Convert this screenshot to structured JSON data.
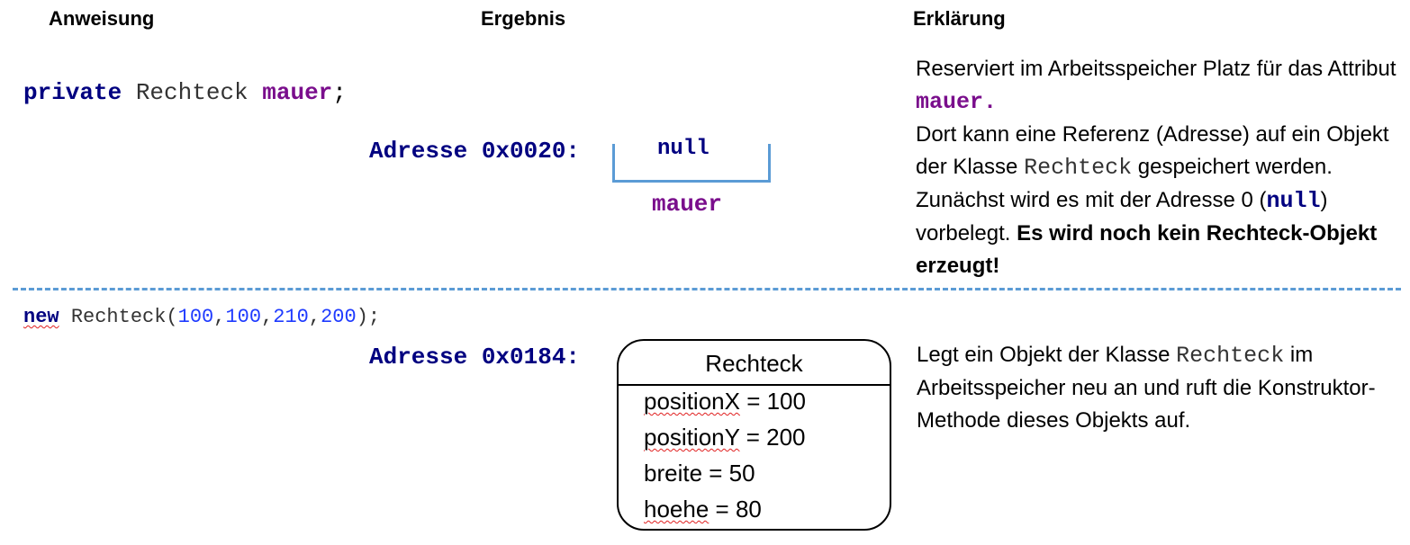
{
  "headers": {
    "anweisung": "Anweisung",
    "ergebnis": "Ergebnis",
    "erklaerung": "Erklärung"
  },
  "row1": {
    "code": {
      "kw": "private",
      "type": "Rechteck",
      "name": "mauer",
      "end": ";"
    },
    "address": "Adresse 0x0020:",
    "value": "null",
    "var_label": "mauer",
    "explanation": {
      "p1": "Reserviert im Arbeitsspeicher Platz für das Attribut",
      "mauer": "mauer.",
      "p2": "Dort kann eine Referenz (Adresse) auf ein Objekt der Klasse",
      "cls": "Rechteck",
      "p3": "gespeichert werden. Zunächst wird es mit der Adresse 0 (",
      "nul": "null",
      "p4": ") vorbelegt.",
      "bold": "Es wird noch kein Rechteck-Objekt erzeugt!"
    }
  },
  "row2": {
    "code": {
      "kw": "new",
      "cls": "Rechteck(",
      "a1": "100",
      "c1": ",",
      "a2": "100",
      "c2": ",",
      "a3": "210",
      "c3": ",",
      "a4": "200",
      "end": ");"
    },
    "address": "Adresse 0x0184:",
    "object": {
      "title": "Rechteck",
      "attrs": [
        {
          "name": "positionX",
          "value": " = 100"
        },
        {
          "name": "positionY",
          "value": " = 200"
        },
        {
          "name": "breite",
          "value": " = 50"
        },
        {
          "name": "hoehe",
          "value": " = 80"
        }
      ]
    },
    "explanation": {
      "p1": "Legt ein Objekt der Klasse",
      "cls": "Rechteck",
      "p2": "im Arbeitsspeicher neu an und ruft die Konstruktor-Methode dieses Objekts auf."
    }
  },
  "colors": {
    "keyword": "#000080",
    "variable": "#7a0e8c",
    "number": "#1f3bff",
    "divider": "#5b9bd5"
  }
}
